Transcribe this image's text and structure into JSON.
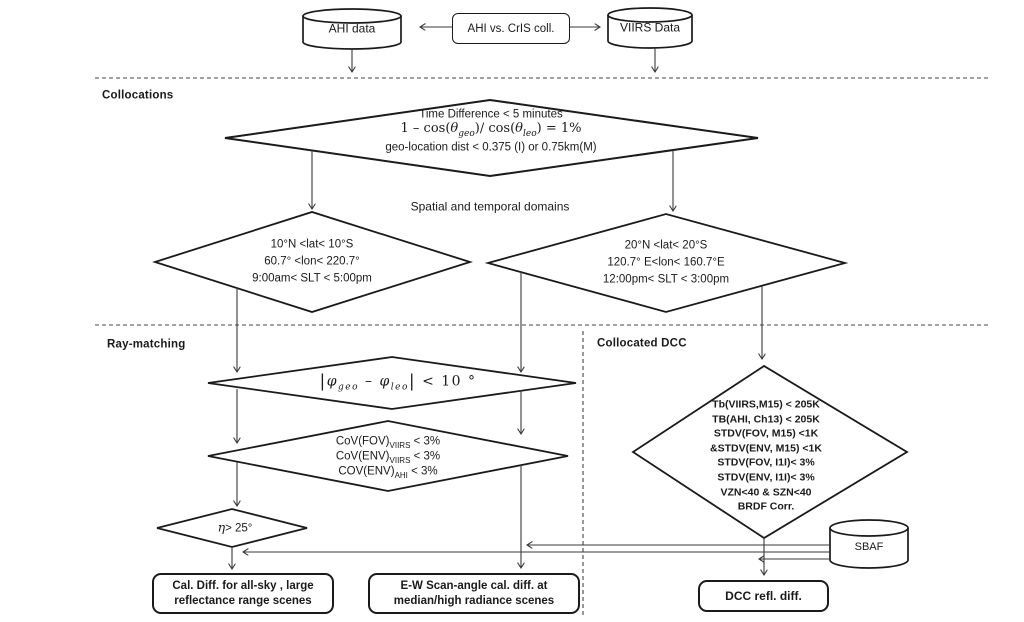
{
  "figure": {
    "top": {
      "ahi_cylinder_label": "AHI data",
      "center_box_label": "AHI vs. CrIS coll.",
      "viirs_cylinder_label": "VIIRS Data"
    },
    "section_labels": {
      "collocations": "Collocations",
      "ray_matching": "Ray-matching",
      "collocated_dcc": "Collocated DCC"
    },
    "collocation_diamond": {
      "line1": "Time Difference < 5 minutes",
      "eq": {
        "p1": "1 – cos(",
        "theta1": "θ",
        "sub1": "geo",
        "p2": ")/ cos(",
        "theta2": "θ",
        "sub2": "leo",
        "p3": ") = 1%"
      },
      "line3": "geo-location dist < 0.375 (I) or 0.75km(M)"
    },
    "domains_label": "Spatial and temporal domains",
    "west_domain_diamond": {
      "lines": [
        "10°N <lat< 10°S",
        "60.7° <lon< 220.7°",
        "9:00am< SLT < 5:00pm"
      ]
    },
    "east_domain_diamond": {
      "lines": [
        "20°N <lat< 20°S",
        "120.7° E<lon< 160.7°E",
        "12:00pm< SLT < 3:00pm"
      ]
    },
    "azimuth_diamond": {
      "bar1": "|",
      "phi1": "φ",
      "sub1": "geo",
      "minus": " – ",
      "phi2": "φ",
      "sub2": "leo",
      "bar2": "|",
      "tail": " < 10 °"
    },
    "cov_diamond": {
      "rows": [
        {
          "main": "CoV(FOV)",
          "sub": "VIIRS",
          "tail": " < 3%"
        },
        {
          "main": "CoV(ENV)",
          "sub": "VIIRS",
          "tail": " < 3%"
        },
        {
          "main": "COV(ENV)",
          "sub": "AHI",
          "tail": " < 3%"
        }
      ]
    },
    "eta_diamond": {
      "sym": "η",
      "tail": "> 25°"
    },
    "dcc_diamond": {
      "lines": [
        "Tb(VIIRS,M15) < 205K",
        "TB(AHI, Ch13) < 205K",
        "STDV(FOV, M15) <1K",
        "&STDV(ENV, M15) <1K",
        "STDV(FOV, I1I)< 3%",
        "STDV(ENV, I1I)< 3%",
        "VZN<40 & SZN<40",
        "BRDF Corr."
      ]
    },
    "sbaf_cylinder_label": "SBAF",
    "outputs": {
      "allsky_lines": [
        "Cal. Diff. for all-sky , large",
        "reflectance range scenes"
      ],
      "scan_angle_lines": [
        "E-W Scan-angle cal. diff. at",
        "median/high radiance scenes"
      ],
      "dcc_label": "DCC refl. diff."
    },
    "colors": {
      "ink": "#1a1a1a",
      "line": "#3a3a3a",
      "background": "#ffffff"
    }
  }
}
